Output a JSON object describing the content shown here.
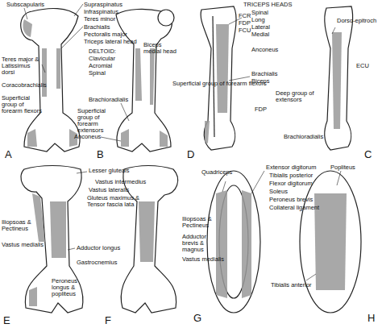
{
  "diagram": {
    "labels": [
      "Subscapularis",
      "Supraspinatus",
      "Infraspinatus",
      "Teres minor",
      "Brachialis",
      "Pectoralis major",
      "Triceps lateral head",
      "DELTOID:",
      "Clavicular",
      "Acromial",
      "Spinal",
      "Teres major & Latissimus dorsi",
      "Coracobrachialis",
      "Superficial group of forearm flexors",
      "Biceps medial head",
      "Superficial group of forearm flexors",
      "Brachioradialis",
      "Superficial group of forearm extensors",
      "Anconeus",
      "A",
      "B",
      "TRICEPS HEADS",
      "Spinal",
      "Long",
      "Lateral",
      "Medial",
      "FCR",
      "FDP",
      "FCU",
      "Dorso-epitroch",
      "Anconeus",
      "Brachialis",
      "Biceps",
      "ECU",
      "Deep group of extensors",
      "FDP",
      "Brachioradialis",
      "D",
      "C",
      "Lesser gluteals",
      "Vastus intermedius",
      "Vastus lateralis",
      "Gluteus maximus & Tensor fascia lata",
      "Iliopsoas & Pectineus",
      "Vastus medialis",
      "Adductor longus",
      "Gastrocnemius",
      "Peroneus longus & popliteus",
      "Iliopsoas & Pectineus",
      "Adductor brevis & magnus",
      "Vastus medialis",
      "E",
      "F",
      "Quadriceps",
      "Extensor digitorum",
      "Tibialis posterior",
      "Flexor digitorum",
      "Soleus",
      "Peroneus brevis",
      "Collateral ligament",
      "Popliteus",
      "Tibialis anterior",
      "G",
      "H"
    ]
  }
}
